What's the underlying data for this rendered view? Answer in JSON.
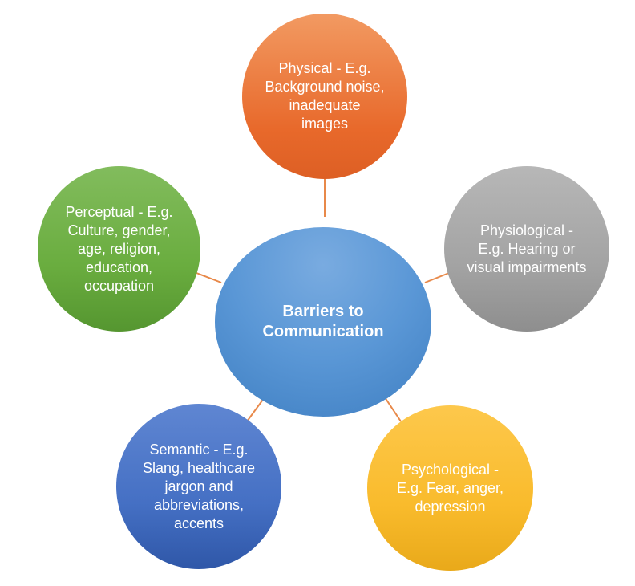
{
  "center": {
    "label": "Barriers to Communication"
  },
  "nodes": [
    {
      "id": "physical",
      "label": "Physical - E.g. Background noise, inadequate images",
      "color": "#e8692b"
    },
    {
      "id": "physiological",
      "label": "Physiological - E.g. Hearing or visual impairments",
      "color": "#a3a3a3"
    },
    {
      "id": "psychological",
      "label": "Psychological - E.g. Fear, anger, depression",
      "color": "#f9bb2c"
    },
    {
      "id": "semantic",
      "label": "Semantic - E.g. Slang, healthcare jargon and abbreviations, accents",
      "color": "#4570c4"
    },
    {
      "id": "perceptual",
      "label": "Perceptual - E.g. Culture, gender, age, religion, education, occupation",
      "color": "#6aad3f"
    }
  ],
  "connector_color": "#e8894a"
}
